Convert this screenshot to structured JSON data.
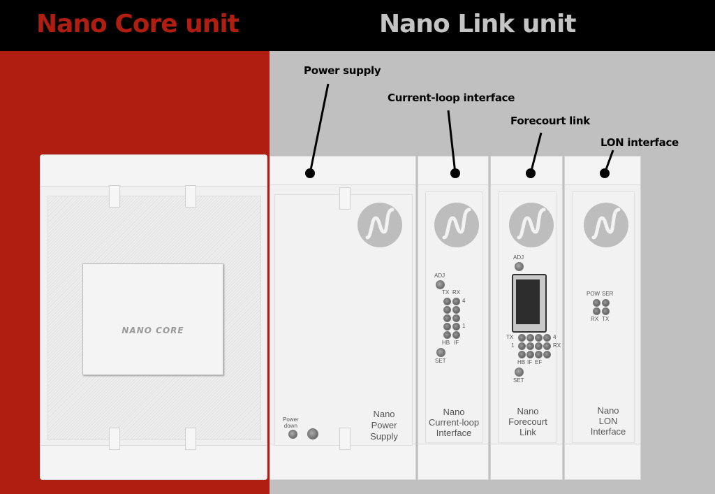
{
  "header": {
    "left_title": "Nano Core unit",
    "right_title": "Nano Link unit",
    "left_color": "#b01e12",
    "right_color": "#c0c0c0"
  },
  "callouts": [
    {
      "label": "Power supply"
    },
    {
      "label": "Current-loop interface"
    },
    {
      "label": "Forecourt link"
    },
    {
      "label": "LON interface"
    }
  ],
  "core": {
    "logo_text": "NANO CORE"
  },
  "power_supply": {
    "label_line1": "Nano",
    "label_line2": "Power Supply",
    "power_down_line1": "Power",
    "power_down_line2": "down"
  },
  "current_loop": {
    "adj": "ADJ",
    "tx": "TX",
    "rx": "RX",
    "num_top": "4",
    "num_bottom": "1",
    "hb": "HB",
    "if": "IF",
    "set": "SET",
    "label_line1": "Nano",
    "label_line2": "Current-loop",
    "label_line3": "Interface"
  },
  "forecourt": {
    "adj": "ADJ",
    "tx": "TX",
    "num_top": "4",
    "num_bottom": "1",
    "rx": "RX",
    "hb": "HB",
    "if": "IF",
    "ef": "EF",
    "set": "SET",
    "label_line1": "Nano",
    "label_line2": "Forecourt",
    "label_line3": "Link"
  },
  "lon": {
    "pow": "POW",
    "ser": "SER",
    "rx": "RX",
    "tx": "TX",
    "label_line1": "Nano",
    "label_line2": "LON",
    "label_line3": "Interface"
  }
}
